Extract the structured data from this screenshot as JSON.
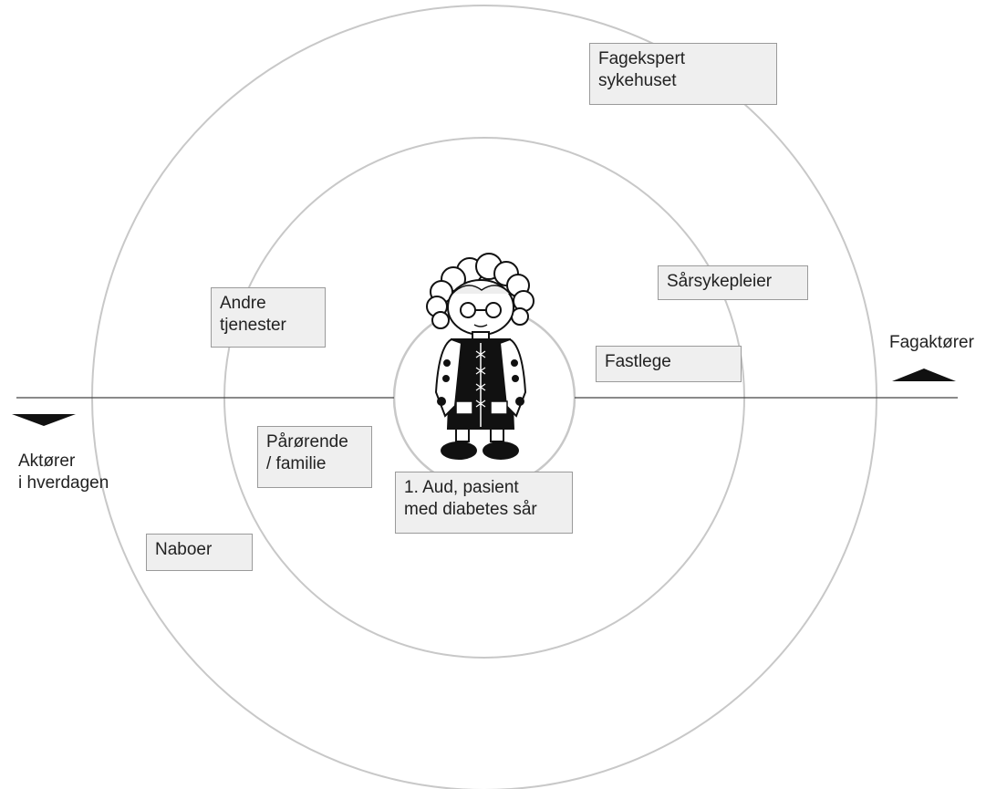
{
  "diagram": {
    "labels": {
      "patient": "1. Aud, pasient\nmed diabetes sår",
      "fagekspert": "Fagekspert\nsykehuset",
      "sarsykepleier": "Sårsykepleier",
      "fastlege": "Fastlege",
      "andre": "Andre\ntjenester",
      "parorende": "Pårørende\n/ familie",
      "naboer": "Naboer",
      "fagaktorer": "Fagaktører",
      "aktorer": "Aktører\ni hverdagen"
    },
    "icons": {
      "patient_figure": "elderly-woman-figure",
      "up_arrow": "triangle-up",
      "down_arrow": "triangle-down"
    },
    "colors": {
      "circle_stroke": "#c8c8c8",
      "axis_stroke": "#444444",
      "box_fill": "#efefef",
      "box_border": "#9a9a9a",
      "arrow_fill": "#111111"
    }
  }
}
